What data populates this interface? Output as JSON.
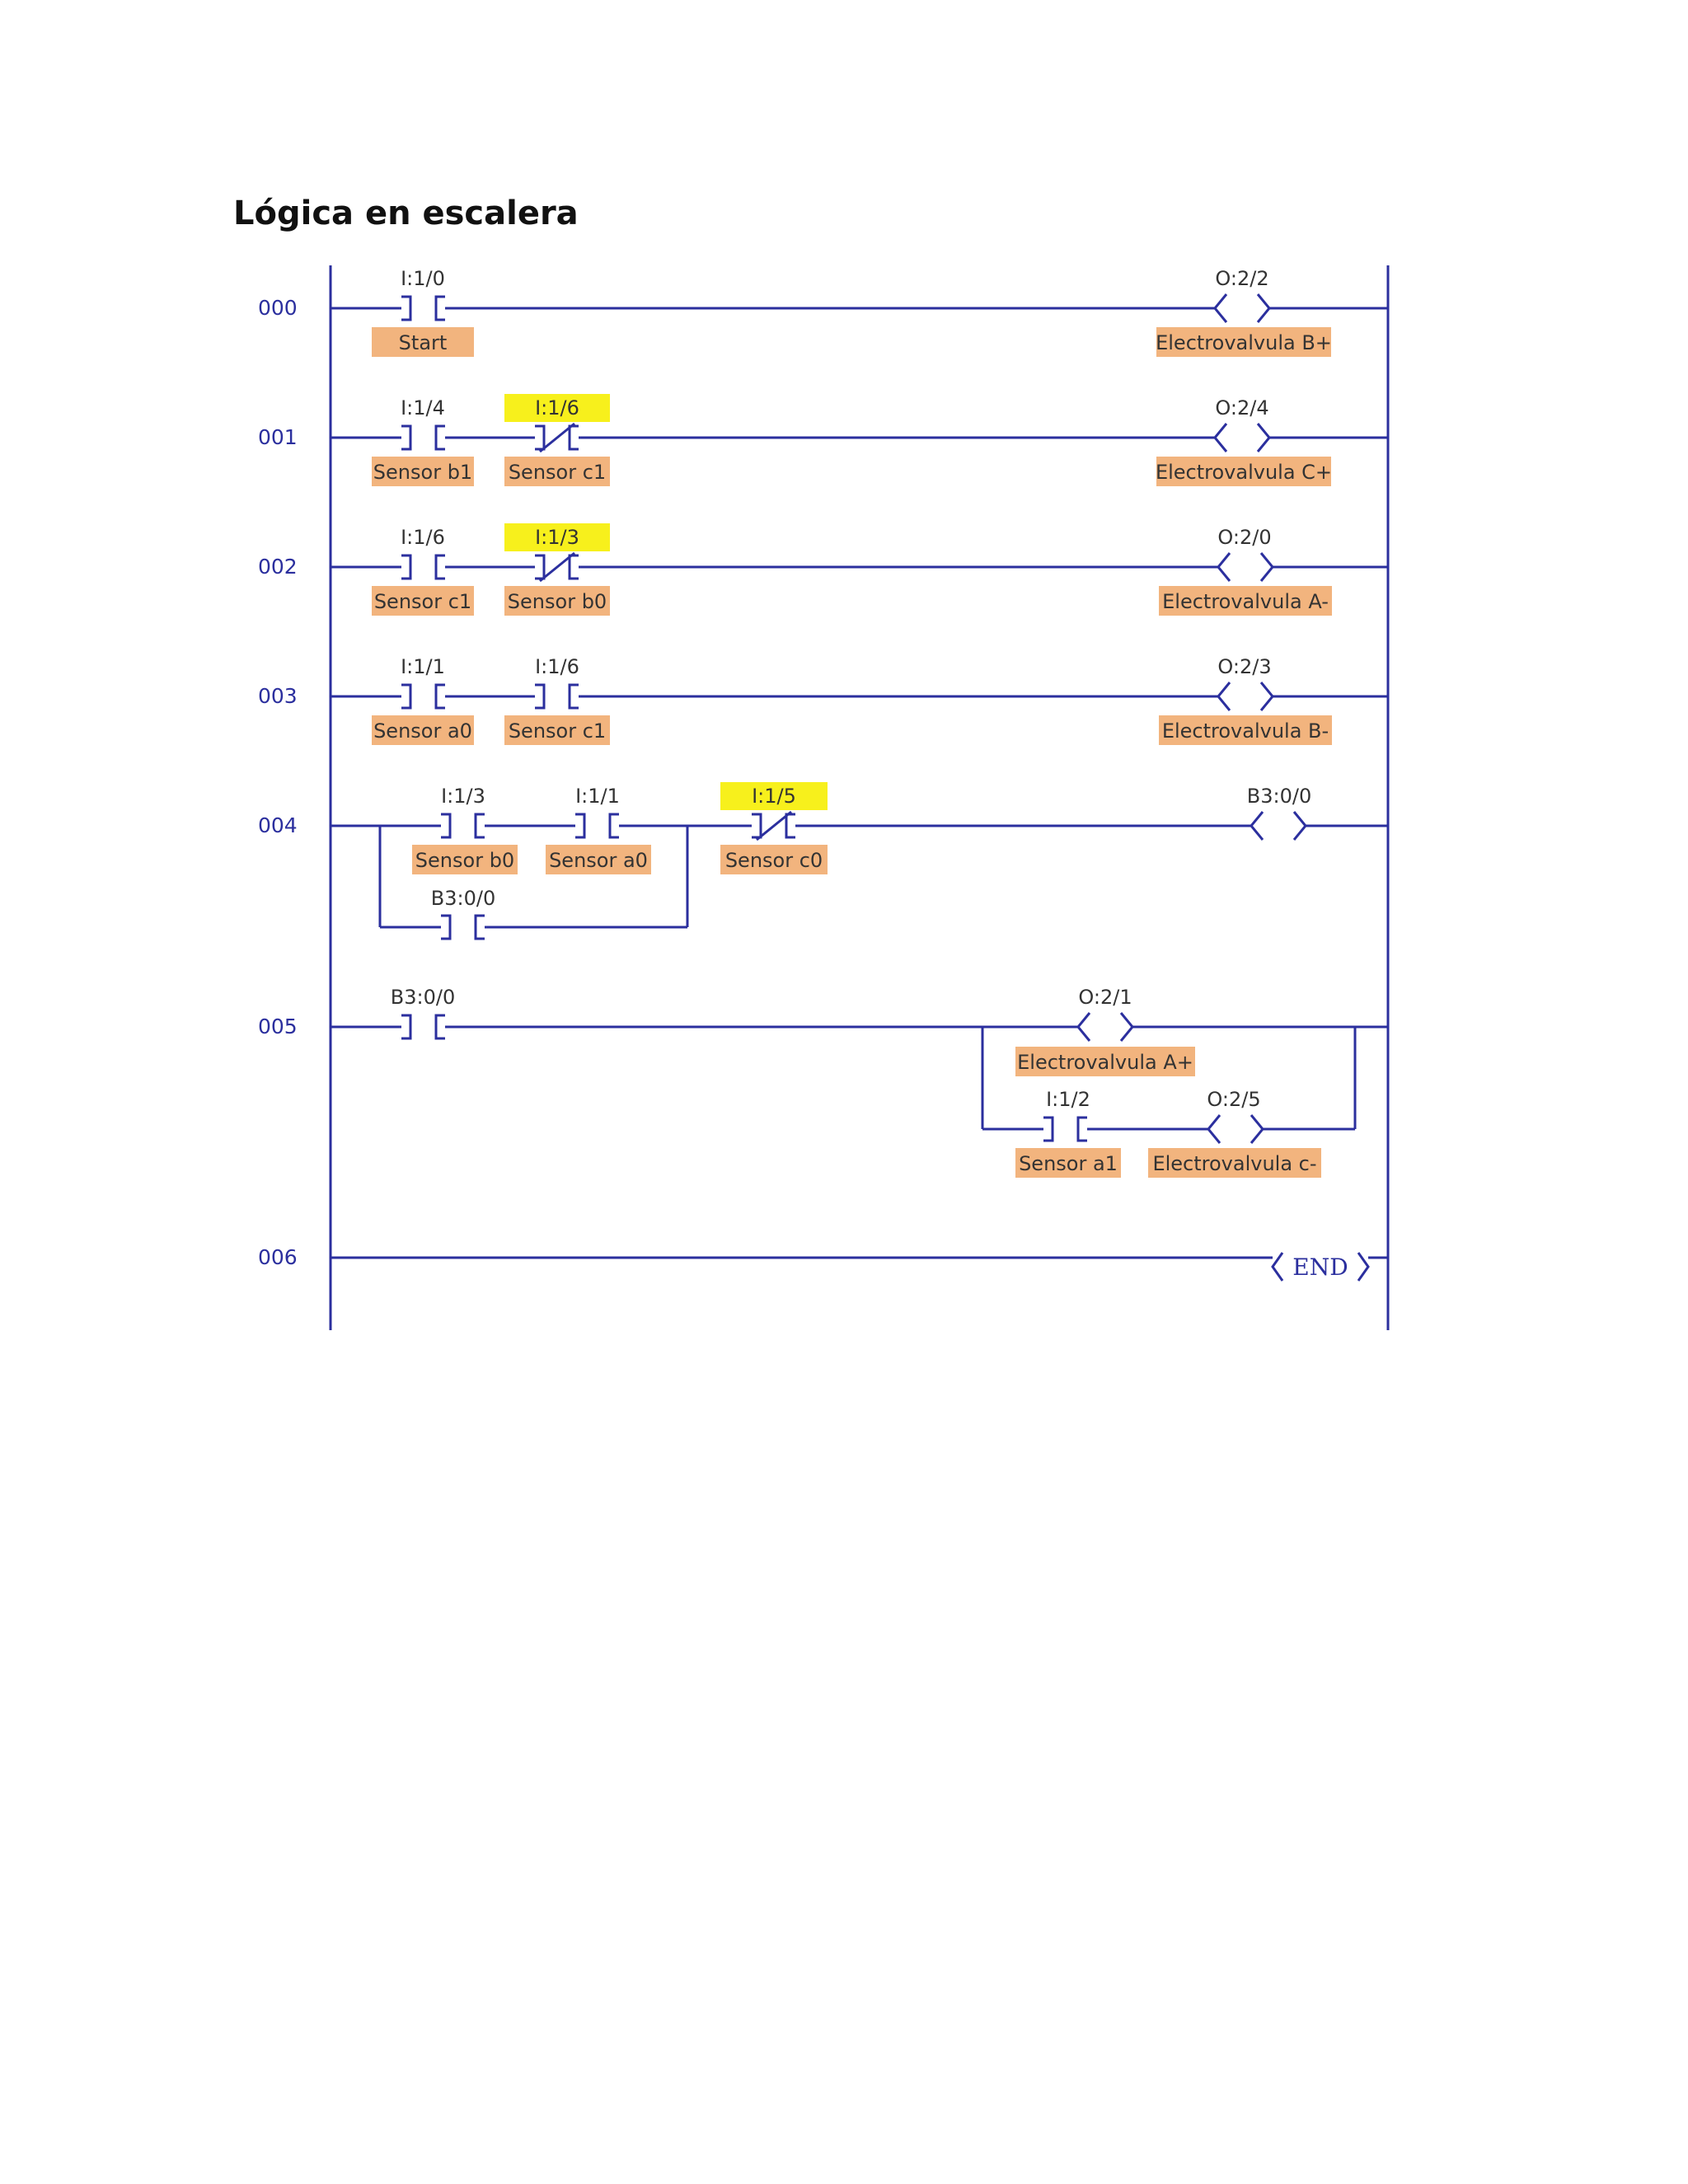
{
  "title": "Lógica en escalera",
  "colors": {
    "wire": "#2b2f9e",
    "label_bg": "#f2b47e",
    "highlight": "#f7f01c"
  },
  "rungs": [
    {
      "number": "000",
      "elements": [
        {
          "kind": "contact_no",
          "address": "I:1/0",
          "label": "Start"
        },
        {
          "kind": "coil",
          "address": "O:2/2",
          "label": "Electrovalvula B+"
        }
      ]
    },
    {
      "number": "001",
      "elements": [
        {
          "kind": "contact_no",
          "address": "I:1/4",
          "label": "Sensor b1"
        },
        {
          "kind": "contact_nc",
          "address": "I:1/6",
          "label": "Sensor c1",
          "highlighted": true
        },
        {
          "kind": "coil",
          "address": "O:2/4",
          "label": "Electrovalvula C+"
        }
      ]
    },
    {
      "number": "002",
      "elements": [
        {
          "kind": "contact_no",
          "address": "I:1/6",
          "label": "Sensor c1"
        },
        {
          "kind": "contact_nc",
          "address": "I:1/3",
          "label": "Sensor b0",
          "highlighted": true
        },
        {
          "kind": "coil",
          "address": "O:2/0",
          "label": "Electrovalvula A-"
        }
      ]
    },
    {
      "number": "003",
      "elements": [
        {
          "kind": "contact_no",
          "address": "I:1/1",
          "label": "Sensor a0"
        },
        {
          "kind": "contact_no",
          "address": "I:1/6",
          "label": "Sensor c1"
        },
        {
          "kind": "coil",
          "address": "O:2/3",
          "label": "Electrovalvula B-"
        }
      ]
    },
    {
      "number": "004",
      "elements": [
        {
          "kind": "contact_no",
          "address": "I:1/3",
          "label": "Sensor b0"
        },
        {
          "kind": "contact_no",
          "address": "I:1/1",
          "label": "Sensor a0"
        },
        {
          "kind": "contact_no",
          "address": "B3:0/0",
          "label": "",
          "branch": true
        },
        {
          "kind": "contact_nc",
          "address": "I:1/5",
          "label": "Sensor c0",
          "highlighted": true
        },
        {
          "kind": "coil",
          "address": "B3:0/0",
          "label": ""
        }
      ]
    },
    {
      "number": "005",
      "elements": [
        {
          "kind": "contact_no",
          "address": "B3:0/0",
          "label": ""
        },
        {
          "kind": "coil",
          "address": "O:2/1",
          "label": "Electrovalvula A+"
        },
        {
          "kind": "contact_no",
          "address": "I:1/2",
          "label": "Sensor a1",
          "branch": true
        },
        {
          "kind": "coil",
          "address": "O:2/5",
          "label": "Electrovalvula c-",
          "branch": true
        }
      ]
    },
    {
      "number": "006",
      "elements": [
        {
          "kind": "end",
          "address": "",
          "label": "END"
        }
      ]
    }
  ]
}
